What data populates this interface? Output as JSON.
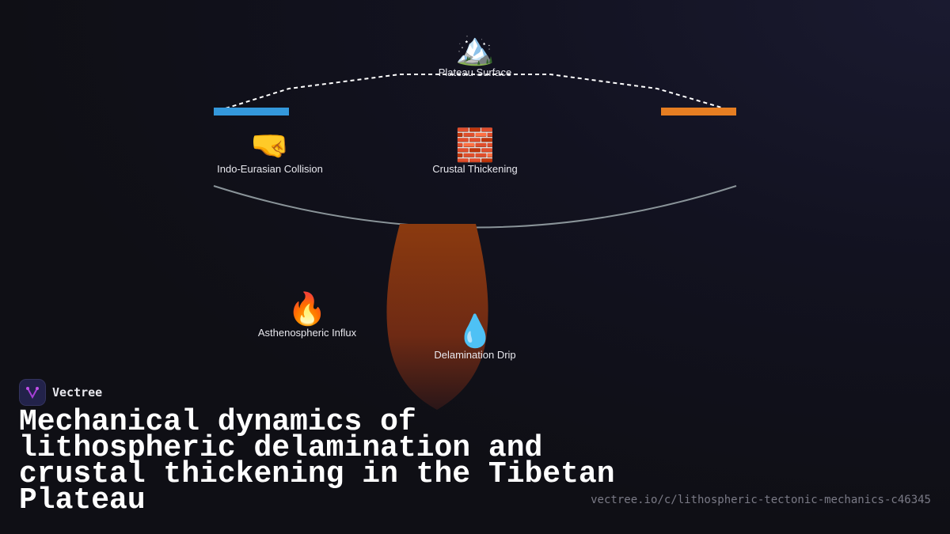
{
  "diagram": {
    "nodes": {
      "plateau": {
        "icon": "🏔️",
        "label": "Plateau Surface"
      },
      "collision": {
        "icon": "🤜",
        "label": "Indo-Eurasian Collision"
      },
      "thickening": {
        "icon": "🧱",
        "label": "Crustal Thickening"
      },
      "influx": {
        "icon": "🔥",
        "label": "Asthenospheric Influx"
      },
      "drip": {
        "icon": "💧",
        "label": "Delamination Drip"
      }
    },
    "colors": {
      "india_plate": "#3498db",
      "eurasia_plate": "#e67e22",
      "drip": "#8b3a0f",
      "moho": "#8a9499"
    }
  },
  "brand": {
    "name": "Vectree"
  },
  "title": "Mechanical dynamics of lithospheric delamination and crustal thickening in the Tibetan Plateau",
  "url": "vectree.io/c/lithospheric-tectonic-mechanics-c46345"
}
